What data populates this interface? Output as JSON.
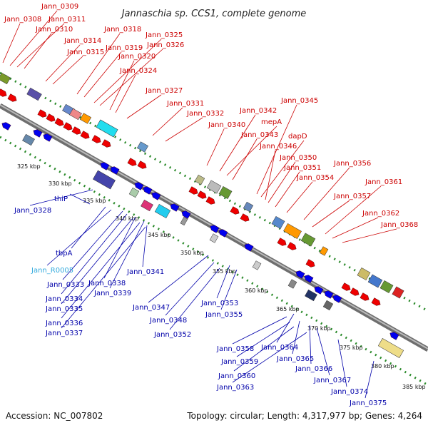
{
  "title": "Jannaschia sp. CCS1, complete genome",
  "accession": "Accession: NC_007802",
  "topology": "Topology: circular; Length: 4,317,977 bp; Genes: 4,264",
  "colors": {
    "top_label": "#cc0000",
    "bottom_label": "#0000aa",
    "rna_label": "#33aadd",
    "backbone": "#8a8a8a",
    "dotted": "#2a8a2a",
    "fwd_arrow": "#ee0000",
    "rev_arrow": "#0000ee"
  },
  "scale_ticks": [
    "325 kbp",
    "330 kbp",
    "335 kbp",
    "340 kbp",
    "345 kbp",
    "350 kbp",
    "355 kbp",
    "360 kbp",
    "365 kbp",
    "370 kbp",
    "375 kbp",
    "380 kbp",
    "385 kbp"
  ],
  "top_labels": [
    "Jann_0308",
    "Jann_0309",
    "Jann_0311",
    "Jann_0310",
    "Jann_0314",
    "Jann_0315",
    "Jann_0318",
    "Jann_0319",
    "Jann_0325",
    "Jann_0326",
    "Jann_0320",
    "Jann_0324",
    "Jann_0327",
    "Jann_0331",
    "Jann_0332",
    "Jann_0340",
    "Jann_0342",
    "mepA",
    "Jann_0343",
    "Jann_0345",
    "dapD",
    "Jann_0346",
    "Jann_0350",
    "Jann_0351",
    "Jann_0354",
    "Jann_0356",
    "Jann_0357",
    "Jann_0361",
    "Jann_0362",
    "Jann_0368"
  ],
  "bottom_labels": [
    "Jann_0328",
    "thiP",
    "tbpA",
    "Jann_R0005",
    "Jann_0333",
    "Jann_0338",
    "Jann_0341",
    "Jann_0334",
    "Jann_0339",
    "Jann_0335",
    "Jann_0336",
    "Jann_0337",
    "Jann_0347",
    "Jann_0353",
    "Jann_0348",
    "Jann_0355",
    "Jann_0352",
    "Jann_0358",
    "Jann_0364",
    "Jann_0359",
    "Jann_0365",
    "Jann_0360",
    "Jann_0366",
    "Jann_0363",
    "Jann_0367",
    "Jann_0374",
    "Jann_0375"
  ]
}
